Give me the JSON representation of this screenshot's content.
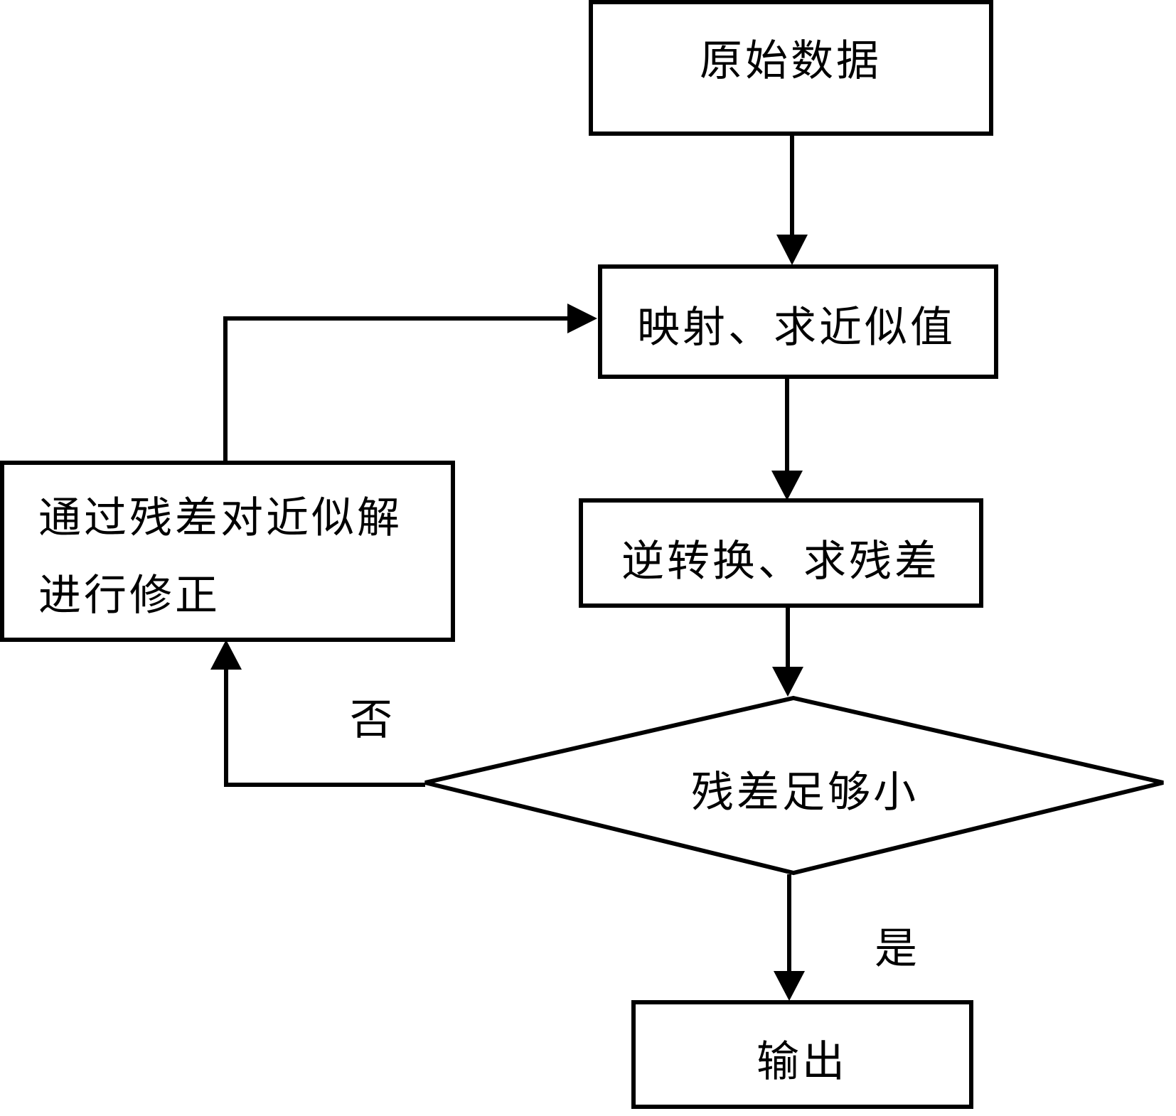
{
  "nodes": {
    "raw_data": "原始数据",
    "mapping": "映射、求近似值",
    "inverse": "逆转换、求残差",
    "decision": "残差足够小",
    "correction_line1": "通过残差对近似解",
    "correction_line2": "进行修正",
    "output": "输出"
  },
  "edges": {
    "no_label": "否",
    "yes_label": "是"
  }
}
